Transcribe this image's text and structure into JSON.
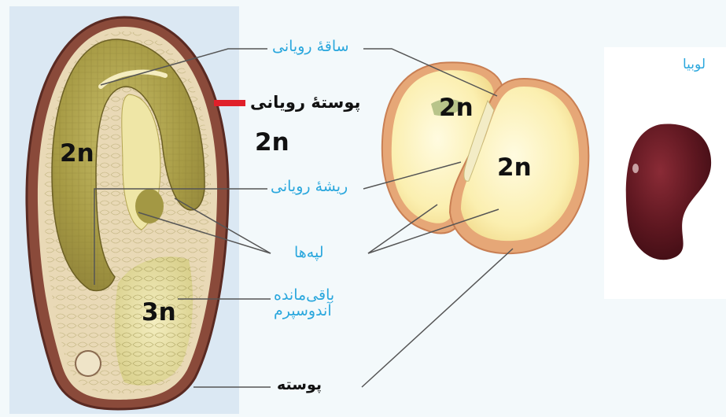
{
  "labels": {
    "embryo_stem": "ساقهٔ رویانی",
    "embryo_coat": "پوستهٔ رویانی",
    "embryo_root": "ریشهٔ رویانی",
    "cotyledons": "لپه‌ها",
    "remaining_endosperm_line1": "باقی‌مانده",
    "remaining_endosperm_line2": "آندوسپرم",
    "seed_coat": "پوسته",
    "bean": "لوبیا"
  },
  "ploidy": {
    "corn_embryo": "2n",
    "corn_coat": "2n",
    "corn_endosperm": "3n",
    "bean_left_half": "2n",
    "bean_right_half": "2n"
  },
  "colors": {
    "label_blue": "#2aa7dd",
    "marker_red": "#e0202a",
    "leader_line": "#555555"
  }
}
